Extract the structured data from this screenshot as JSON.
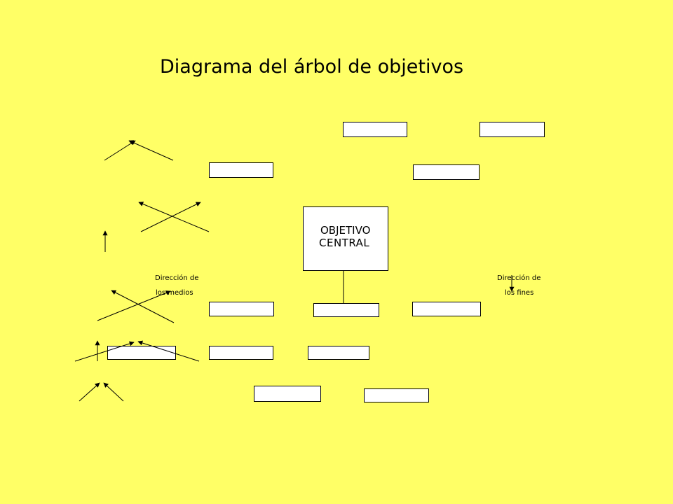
{
  "title": "Diagrama del árbol de objetivos",
  "central": {
    "line1": "OBJETIVO",
    "line2": "CENTRAL"
  },
  "labels": {
    "medios_line1": "Dirección de",
    "medios_line2": "los medios",
    "fines_line1": "Dirección de",
    "fines_line2": "los fines"
  },
  "colors": {
    "background": "#FFFF66",
    "box": "#FFFFFF",
    "stroke": "#000000"
  }
}
